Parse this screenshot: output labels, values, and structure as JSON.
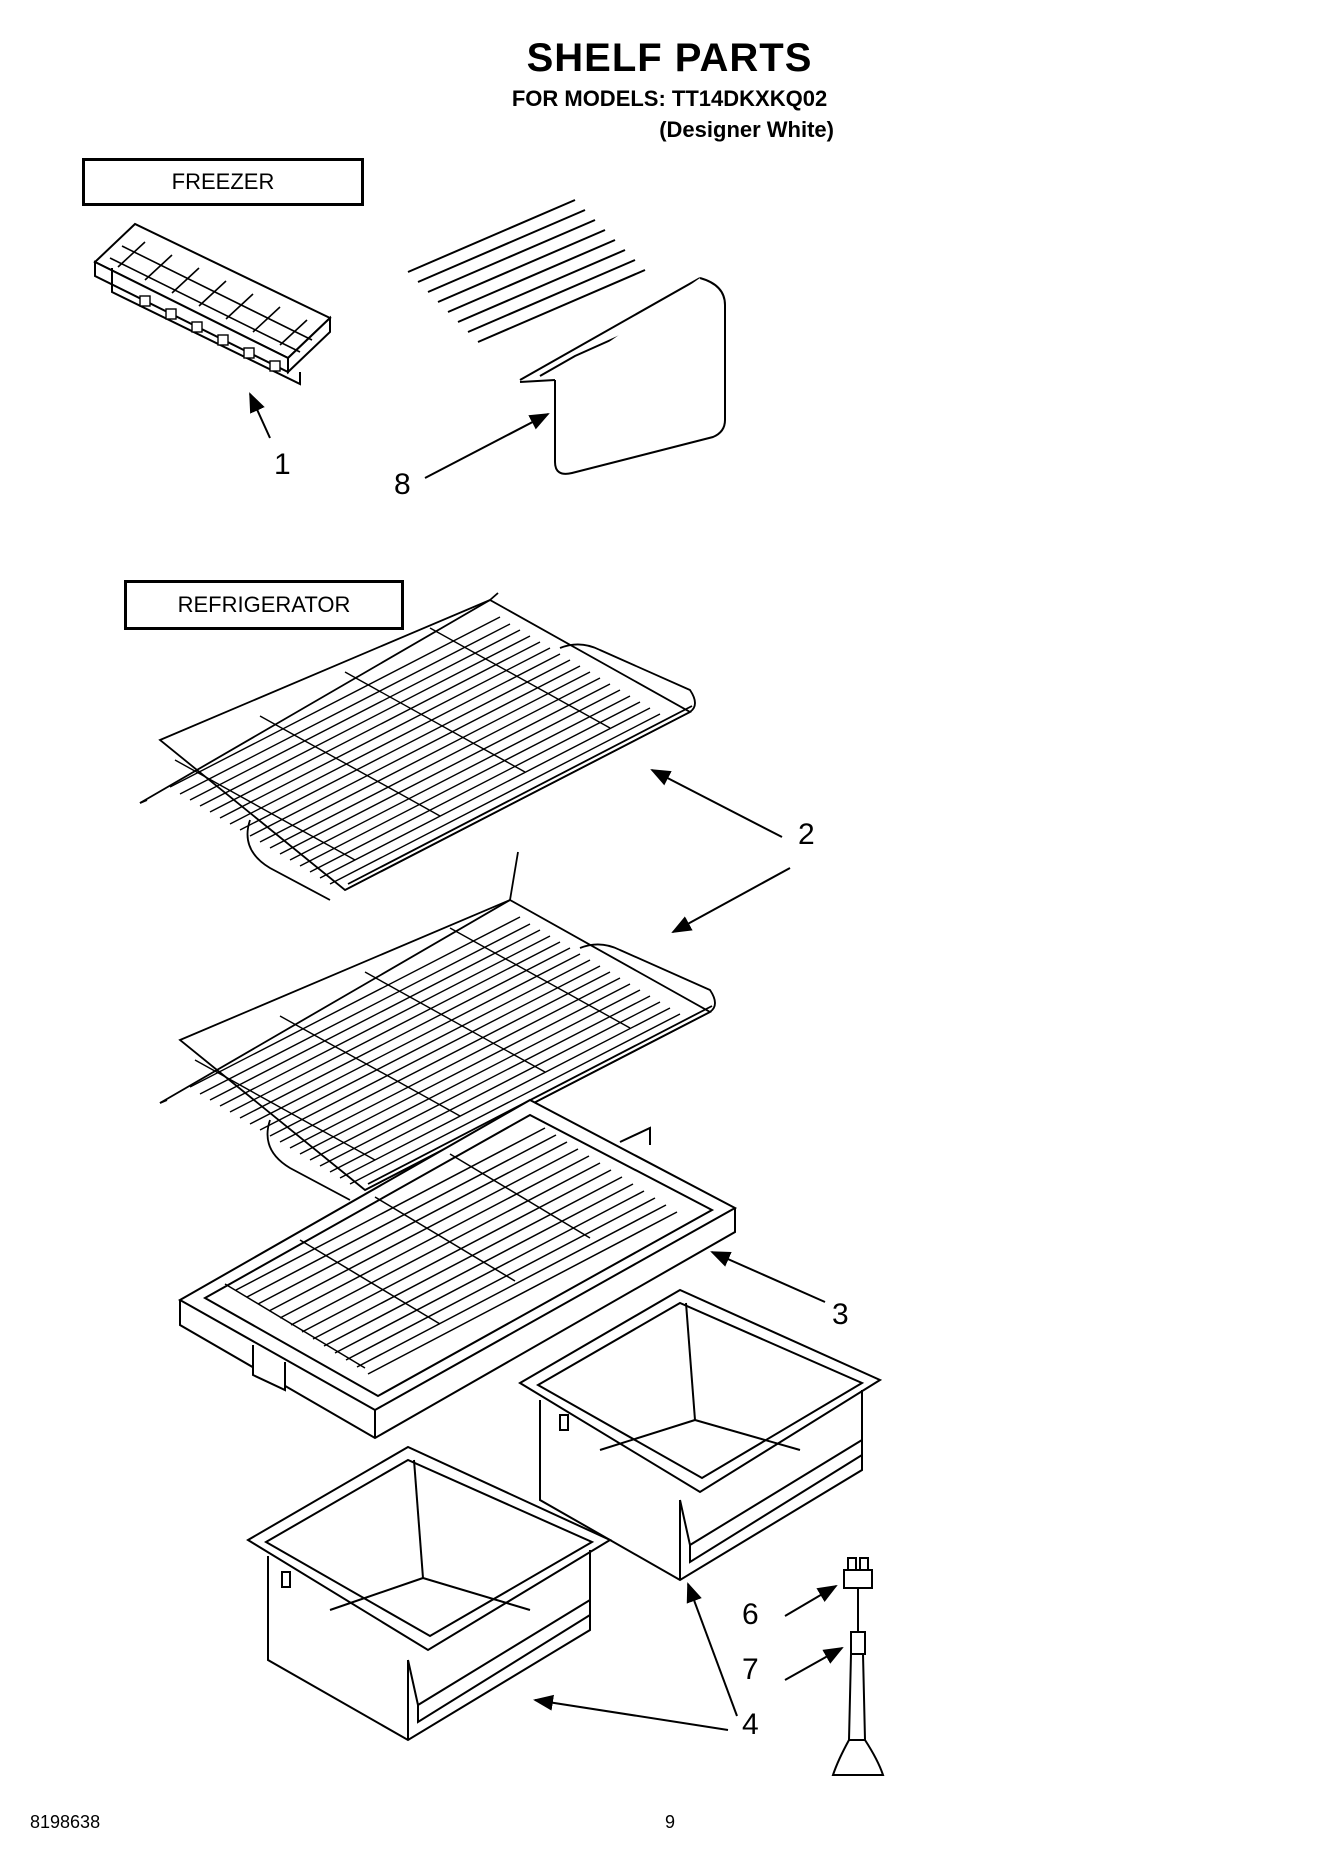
{
  "header": {
    "title": "SHELF PARTS",
    "subtitle": "FOR MODELS: TT14DKXKQ02",
    "variant": "(Designer White)"
  },
  "sections": {
    "freezer": "FREEZER",
    "refrigerator": "REFRIGERATOR"
  },
  "callouts": {
    "ice_tray": "1",
    "freezer_shelf": "8",
    "wire_shelf": "2",
    "crisper_cover": "3",
    "crisper_drawer": "4",
    "leveling_screw": "6",
    "leveling_leg": "7"
  },
  "footer": {
    "doc_number": "8198638",
    "page_number": "9"
  }
}
